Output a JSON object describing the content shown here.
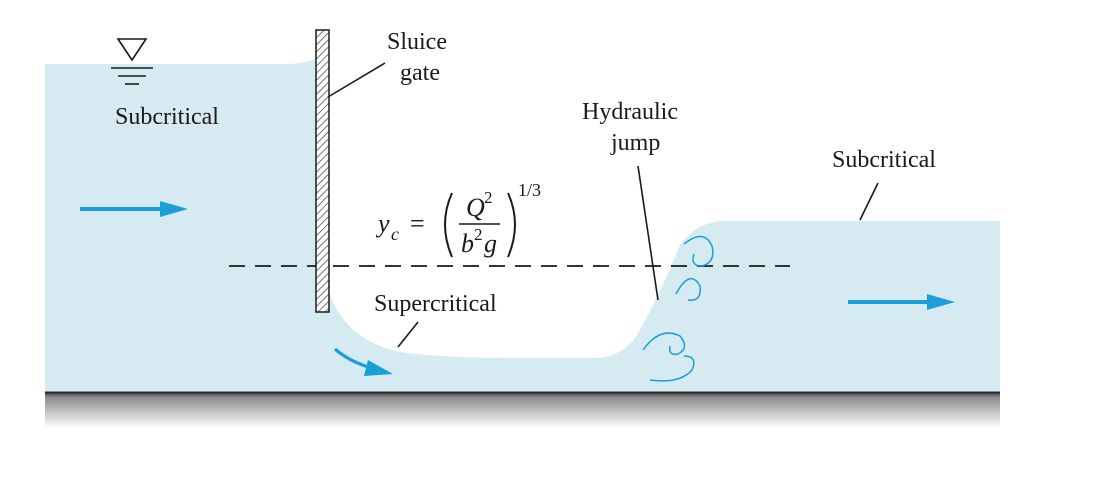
{
  "labels": {
    "subcritical_left": "Subcritical",
    "sluice_gate_line1": "Sluice",
    "sluice_gate_line2": "gate",
    "hydraulic_jump_line1": "Hydraulic",
    "hydraulic_jump_line2": "jump",
    "subcritical_right": "Subcritical",
    "supercritical": "Supercritical"
  },
  "equation": {
    "lhs_var": "y",
    "lhs_sub": "c",
    "equals": "=",
    "num_var": "Q",
    "num_exp": "2",
    "den_var1": "b",
    "den_exp": "2",
    "den_var2": "g",
    "outer_exp": "1/3"
  },
  "colors": {
    "water": "#d6eaf2",
    "arrow": "#1a9fd6",
    "eddy": "#1a9fd6",
    "ground_top": "#4a4a4a",
    "gate_hatch": "#555555"
  },
  "icons": [
    "free-surface-symbol",
    "flow-arrow",
    "eddy-swirl"
  ]
}
